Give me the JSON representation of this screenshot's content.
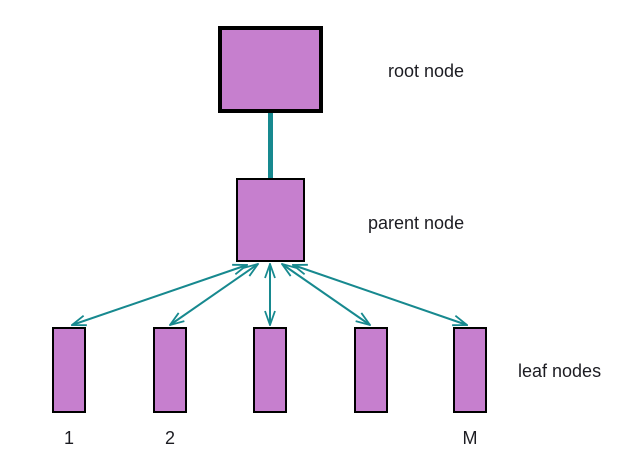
{
  "diagram": {
    "type": "tree",
    "description": "Three-level tree: root node linked to parent node by a vertical line; parent node linked to 5 leaf nodes (numbered 1, 2, ..., M) by bidirectional arrows",
    "labels": {
      "root": "root node",
      "parent": "parent node",
      "leaves": "leaf nodes"
    },
    "leaf_captions": [
      "1",
      "2",
      "",
      "",
      "M"
    ],
    "leaf_count_shown": 5,
    "colors": {
      "node_fill": "#c67fce",
      "node_border": "#000000",
      "connector": "#17898f",
      "text": "#1c1c22"
    }
  }
}
